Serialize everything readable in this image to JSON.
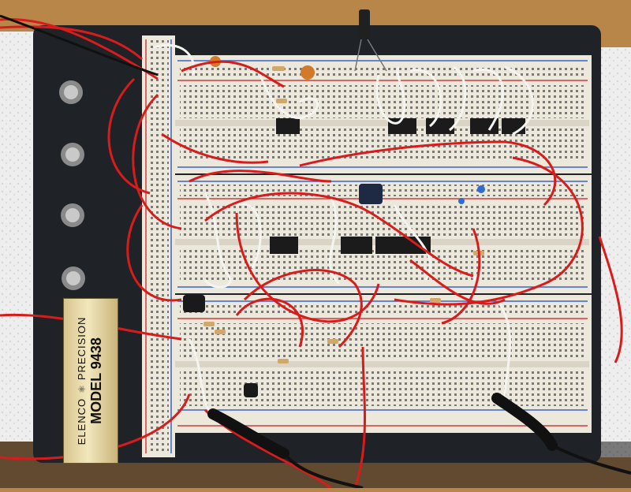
{
  "photo": {
    "subject": "breadboard",
    "colors": {
      "table": "#b9864a",
      "base_panel": "#1f2226",
      "breadboard": "#ece8dc",
      "wire_red": "#d81c1c",
      "wire_white": "#f4f4f0",
      "rail_red": "#d23b3b",
      "rail_blue": "#3b63c9",
      "chip": "#1b1b1b",
      "brass_plate": "#e6d49c"
    }
  },
  "label_plate": {
    "brand_left": "ELENCO",
    "brand_right": "PRECISION",
    "model": "MODEL 9438"
  }
}
